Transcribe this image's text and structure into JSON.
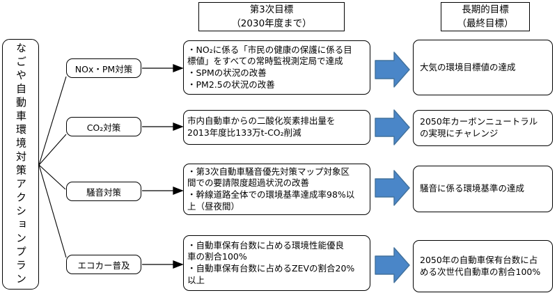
{
  "colors": {
    "arrow-fill": "#4a86c8",
    "arrow-stroke": "#41719c",
    "line": "#000000",
    "box-bg": "#ffffff"
  },
  "diagram": {
    "plan_title": "なごや自動車環境対策アクションプラン",
    "column_headers": {
      "third_goal": "第3次目標\n（2030年度まで）",
      "long_term_goal": "長期的目標\n（最終目標）"
    },
    "rows": [
      {
        "category": "NOx・PM対策",
        "third_goal": "・NO₂に係る「市民の健康の保護に係る目\n標値」をすべての常時監視測定局で達成\n・SPMの状況の改善\n・PM2.5の状況の改善",
        "long_term_goal": "大気の環境目標値の達成"
      },
      {
        "category": "CO₂対策",
        "third_goal": "市内自動車からの二酸化炭素排出量を\n2013年度比133万t-CO₂削減",
        "long_term_goal": "2050年カーボンニュートラル\nの実現にチャレンジ"
      },
      {
        "category": "騒音対策",
        "third_goal": "・第3次自動車騒音優先対策マップ対象区\n間での要請限度超過状況の改善\n・幹線道路全体での環境基準達成率98%以\n上（昼夜間）",
        "long_term_goal": "騒音に係る環境基準の達成"
      },
      {
        "category": "エコカー普及",
        "third_goal": "・自動車保有台数に占める環境性能優良\n車の割合100%\n・自動車保有台数に占めるZEVの割合20%\n以上",
        "long_term_goal": "2050年の自動車保有台数に占\nめる次世代自動車の割合100%"
      }
    ]
  }
}
